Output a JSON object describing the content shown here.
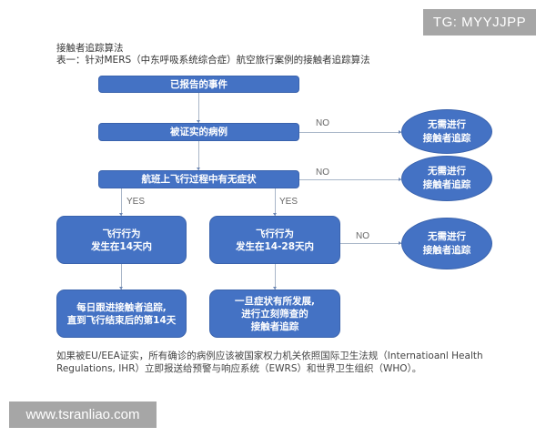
{
  "watermarks": {
    "top_right": "TG: MYYJJPP",
    "bottom_left": "www.tsranliao.com"
  },
  "titles": {
    "line1": "接触者追踪算法",
    "line2": "表一：针对MERS（中东呼吸系统综合症）航空旅行案例的接触者追踪算法"
  },
  "flowchart": {
    "nodes": {
      "reported_event": "已报告的事件",
      "confirmed_case": "被证实的病例",
      "symptoms_in_flight": "航班上飞行过程中有无症状",
      "flight_within_14": "飞行行为\n发生在14天内",
      "flight_14_28": "飞行行为\n发生在14-28天内",
      "daily_tracing": "每日跟进接触者追踪,\n直到飞行结束后的第14天",
      "immediate_screening": "一旦症状有所发展,\n进行立刻筛查的\n接触者追踪",
      "no_tracing_1": "无需进行\n接触者追踪",
      "no_tracing_2": "无需进行\n接触者追踪",
      "no_tracing_3": "无需进行\n接触者追踪"
    },
    "edge_labels": {
      "no_1": "NO",
      "no_2": "NO",
      "no_3": "NO",
      "yes_left": "YES",
      "yes_right": "YES"
    },
    "colors": {
      "node_fill": "#4472c4",
      "connector": "#a9b6c8",
      "text": "#ffffff"
    }
  },
  "footnote": "如果被EU/EEA证实，所有确诊的病例应该被国家权力机关依照国际卫生法规（Internatioanl Health Regulations, IHR）立即报送给预警与响应系统（EWRS）和世界卫生组织（WHO）。"
}
